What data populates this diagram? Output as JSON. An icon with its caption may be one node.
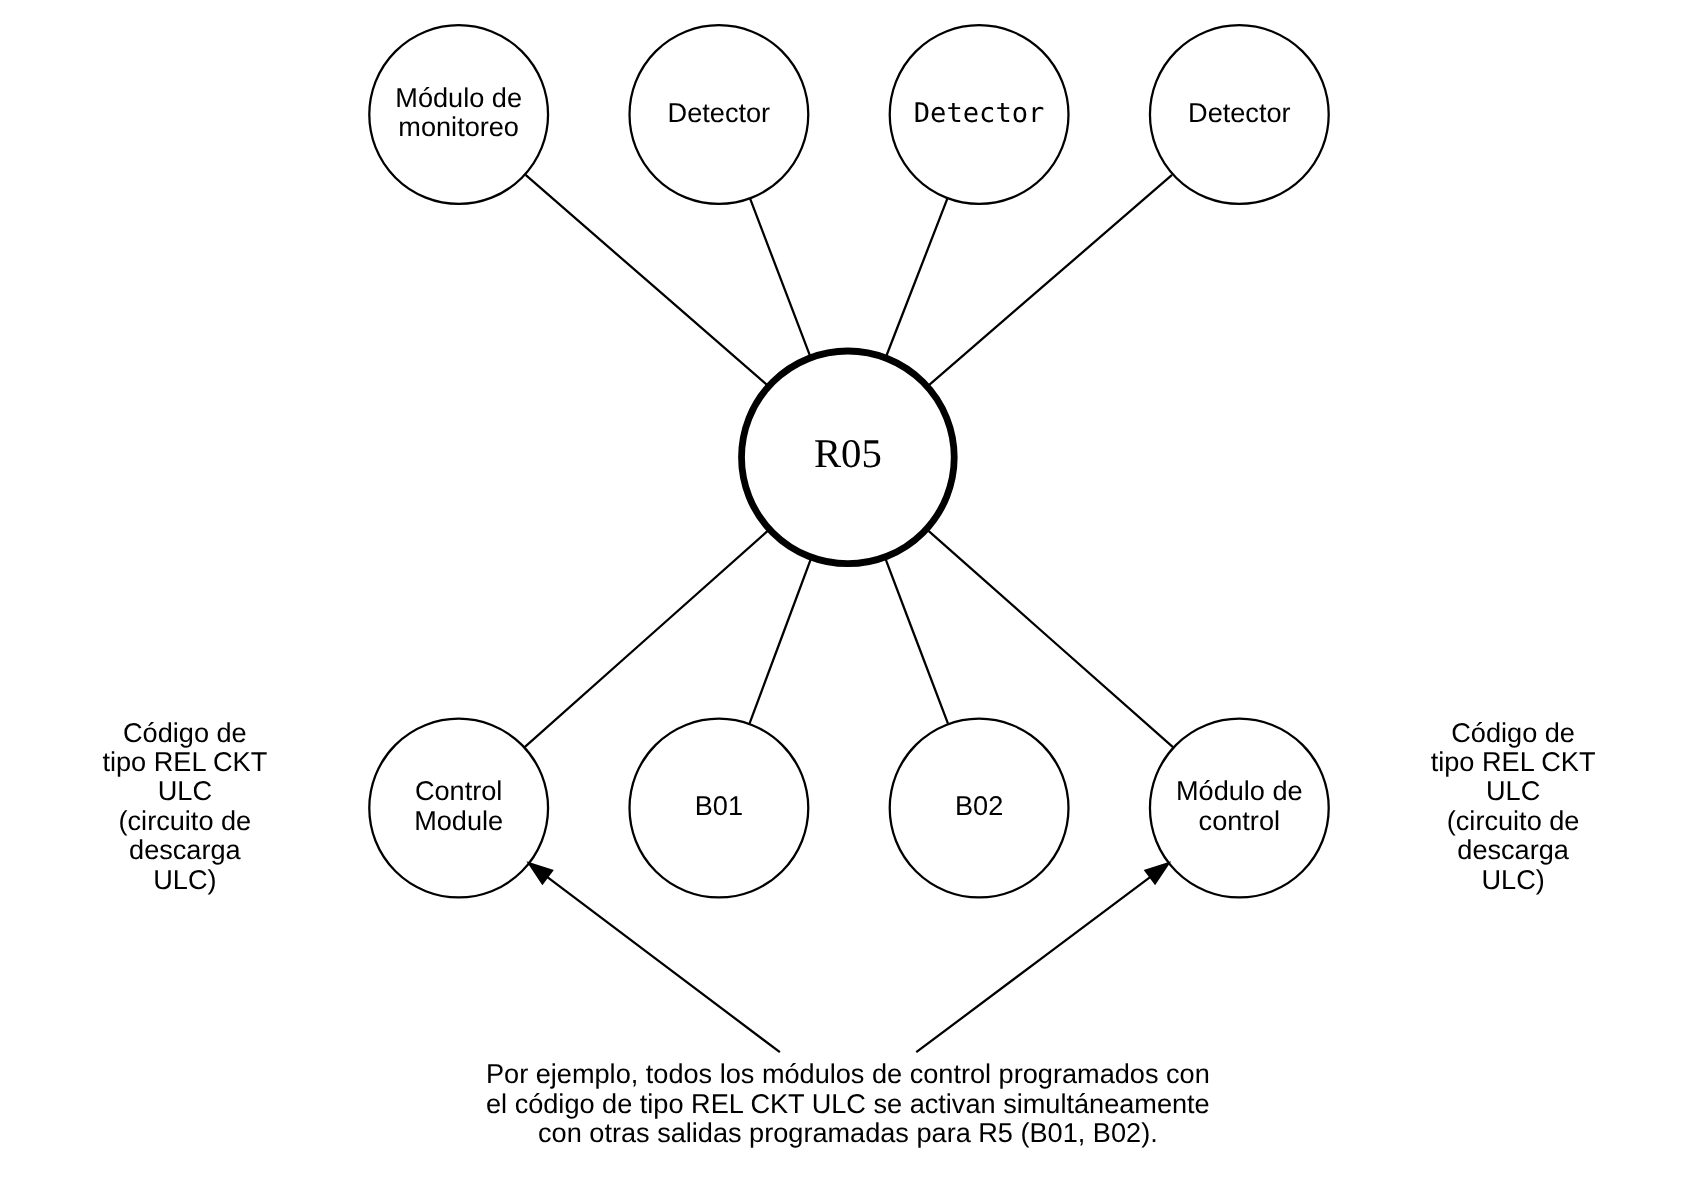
{
  "diagram": {
    "nodes": [
      {
        "text": [
          "Módulo de monitoreo"
        ]
      },
      {
        "text": [
          "Detector"
        ]
      },
      {
        "text": [
          "Detector"
        ]
      },
      {
        "text": [
          "Detector"
        ]
      },
      {
        "text": [
          "R05"
        ]
      },
      {
        "text": [
          "Control Module"
        ],
        "beside": [
          "Código de tipo REL CKT ULC (circuito de descarga ULC)"
        ]
      },
      {
        "text": [
          "B01"
        ]
      },
      {
        "text": [
          "B02"
        ]
      },
      {
        "text": [
          "Módulo de control"
        ],
        "beside": [
          "Código de tipo REL CKT ULC (circuito de descarga ULC)"
        ]
      },
      {
        "text": [
          "Por ejemplo, todos los módulos de control programados con el código de tipo REL CKT ULC se activan simultáneamente con otras salidas programadas para R5 (B01, B02)."
        ]
      }
    ],
    "edges": [
      {
        "from": 0,
        "to": 4,
        "arrow": "none"
      },
      {
        "from": 1,
        "to": 4,
        "arrow": "none"
      },
      {
        "from": 2,
        "to": 4,
        "arrow": "none"
      },
      {
        "from": 3,
        "to": 4,
        "arrow": "none"
      },
      {
        "from": 4,
        "to": 5,
        "arrow": "none"
      },
      {
        "from": 4,
        "to": 6,
        "arrow": "none"
      },
      {
        "from": 4,
        "to": 7,
        "arrow": "none"
      },
      {
        "from": 4,
        "to": 8,
        "arrow": "none"
      },
      {
        "from": 9,
        "to": 5,
        "arrow": "to"
      },
      {
        "from": 9,
        "to": 8,
        "arrow": "to"
      }
    ]
  }
}
